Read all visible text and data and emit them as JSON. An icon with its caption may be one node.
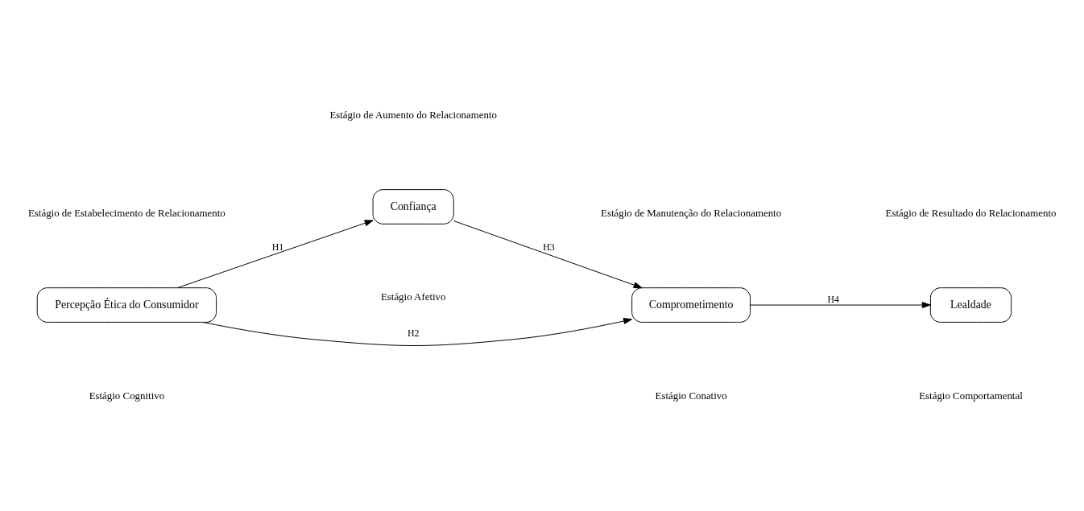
{
  "diagram": {
    "nodes": [
      {
        "text": [
          "Percepção Ética do Consumidor"
        ]
      },
      {
        "text": [
          "Confiança"
        ]
      },
      {
        "text": [
          "Comprometimento"
        ]
      },
      {
        "text": [
          "Lealdade"
        ]
      }
    ],
    "edges": [
      {
        "from": 0,
        "to": 1,
        "arrow": "to",
        "label": "H1"
      },
      {
        "from": 0,
        "to": 2,
        "arrow": "to",
        "label": "H2"
      },
      {
        "from": 1,
        "to": 2,
        "arrow": "to",
        "label": "H3"
      },
      {
        "from": 2,
        "to": 3,
        "arrow": "to",
        "label": "H4"
      }
    ],
    "labels": [
      "Estágio de Estabelecimento de Relacionamento",
      "Estágio de Aumento do Relacionamento",
      "Estágio de Manutenção do Relacionamento",
      "Estágio de Resultado do Relacionamento",
      "Estágio Cognitivo",
      "Estágio Afetivo",
      "Estágio Conativo",
      "Estágio Comportamental"
    ]
  }
}
